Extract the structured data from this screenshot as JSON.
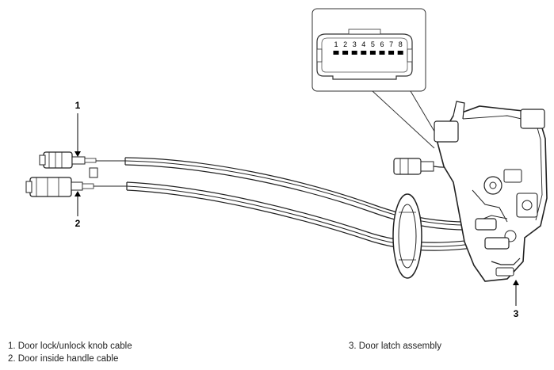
{
  "connector_pins": [
    "1",
    "2",
    "3",
    "4",
    "5",
    "6",
    "7",
    "8"
  ],
  "callouts": {
    "c1": "1",
    "c2": "2",
    "c3": "3"
  },
  "legend": {
    "item1": "1. Door lock/unlock knob cable",
    "item2": "2. Door inside handle cable",
    "item3": "3. Door latch assembly"
  }
}
